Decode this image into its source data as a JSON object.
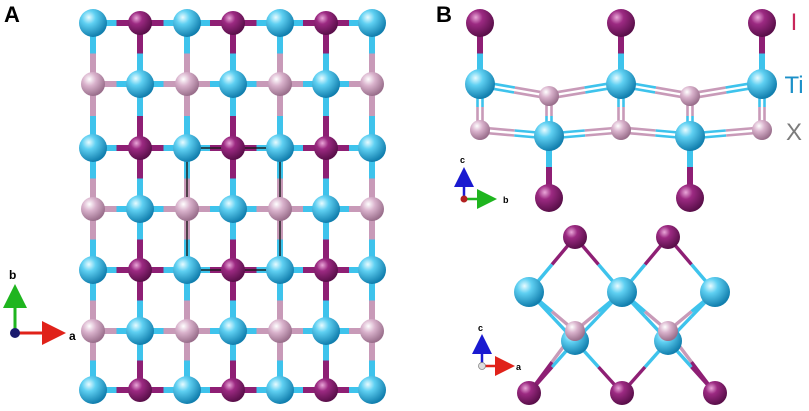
{
  "panels": [
    {
      "letter": "A"
    },
    {
      "letter": "B"
    }
  ],
  "axes": {
    "panel_a": {
      "horizontal": "a",
      "vertical": "b"
    },
    "panel_b_top": {
      "horizontal": "b",
      "vertical": "c"
    },
    "panel_b_bottom": {
      "horizontal": "a",
      "vertical": "c"
    }
  },
  "legend": [
    {
      "label": "I",
      "color": "#c8265a"
    },
    {
      "label": "Ti",
      "color": "#1c90c8"
    },
    {
      "label": "X",
      "color": "#7c7c7c"
    }
  ],
  "atom_colors": {
    "I": "#8e1f74",
    "Ti": "#3ec3ec",
    "X": "#c89ab8"
  },
  "axis_colors": {
    "a": "#e0221a",
    "b": "#1fb51f",
    "c": "#1a1ad0"
  }
}
